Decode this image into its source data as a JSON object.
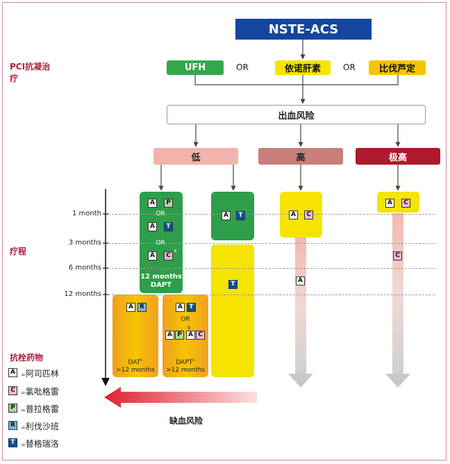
{
  "title": "NSTE-ACS",
  "side_labels": {
    "pci": "PCI抗凝治疗",
    "course": "疗程",
    "drugs": "抗栓药物"
  },
  "anticoagulants": [
    "UFH",
    "依诺肝素",
    "比伐芦定"
  ],
  "or_text": "OR",
  "bleeding_risk": "出血风险",
  "risk_levels": [
    "低",
    "高",
    "极高"
  ],
  "time_ticks": [
    "1 month",
    "3 months",
    "6 months",
    "12 months"
  ],
  "box_texts": {
    "dapt12_line1": "12 months",
    "dapt12_line2": "DAPT",
    "dapt_gt12_a": "DAT",
    "dapt_gt12_b": "DAPT",
    "gt12": ">12 months",
    "sup_c": "c",
    "sup_b": "b",
    "sup_a": "a"
  },
  "ischemia_risk": "缺血风险",
  "legend": [
    {
      "code": "A",
      "eq": "=",
      "label": "阿司匹林"
    },
    {
      "code": "C",
      "eq": "=",
      "label": "氯吡格雷"
    },
    {
      "code": "P",
      "eq": "=",
      "label": "普拉格雷"
    },
    {
      "code": "R",
      "eq": "=",
      "label": "利伐沙班"
    },
    {
      "code": "T",
      "eq": "=",
      "label": "替格瑞洛"
    }
  ],
  "colors": {
    "title_bg": "#1446a0",
    "green": "#2e9e4a",
    "pci_green": "#33a84a",
    "yellow": "#f4e400",
    "amber": "#f6c400",
    "orange": "#f0a020",
    "low": "#f1b4ac",
    "high": "#c97e7b",
    "very_high": "#b0182c",
    "accent_red": "#b01e3c"
  }
}
